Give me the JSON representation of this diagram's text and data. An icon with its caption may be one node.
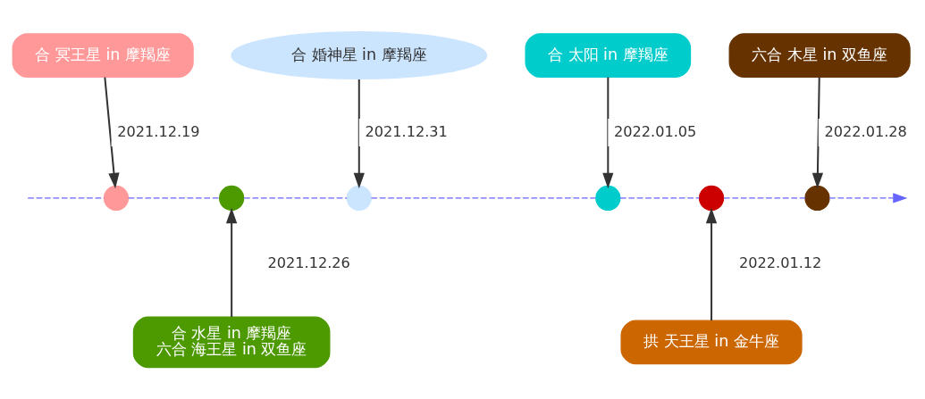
{
  "diagram": {
    "nodes": [
      {
        "text": [
          "合 冥王星 in 摩羯座"
        ]
      },
      {
        "text": [],
        "shape": "circle"
      },
      {
        "text": [
          "合 水星 in 摩羯座",
          "六合 海王星 in 双鱼座"
        ]
      },
      {
        "text": [],
        "shape": "circle"
      },
      {
        "text": [
          "合 婚神星 in 摩羯座"
        ]
      },
      {
        "text": [],
        "shape": "circle"
      },
      {
        "text": [
          "合 太阳 in 摩羯座"
        ]
      },
      {
        "text": [],
        "shape": "circle"
      },
      {
        "text": [
          "拱 天王星 in 金牛座"
        ]
      },
      {
        "text": [],
        "shape": "circle"
      },
      {
        "text": [
          "六合 木星 in 双鱼座"
        ]
      },
      {
        "text": [],
        "shape": "circle"
      }
    ],
    "edges": [
      {
        "from": 0,
        "to": 1,
        "arrow": "to",
        "label": "2021.12.19",
        "color": "#333333"
      },
      {
        "from": 2,
        "to": 3,
        "arrow": "to",
        "label": "2021.12.26",
        "color": "#333333"
      },
      {
        "from": 4,
        "to": 5,
        "arrow": "to",
        "label": "2021.12.31",
        "color": "#333333"
      },
      {
        "from": 6,
        "to": 7,
        "arrow": "to",
        "label": "2022.01.05",
        "color": "#333333"
      },
      {
        "from": 8,
        "to": 9,
        "arrow": "to",
        "label": "2022.01.12",
        "color": "#333333"
      },
      {
        "from": 10,
        "to": 11,
        "arrow": "to",
        "label": "2022.01.28",
        "color": "#333333"
      },
      {
        "from": null,
        "to": 1,
        "arrow": "none",
        "style": "dashed",
        "color": "#6666ff"
      },
      {
        "from": 1,
        "to": 3,
        "arrow": "none",
        "style": "dashed",
        "color": "#6666ff"
      },
      {
        "from": 3,
        "to": 5,
        "arrow": "none",
        "style": "dashed",
        "color": "#6666ff"
      },
      {
        "from": 5,
        "to": 7,
        "arrow": "none",
        "style": "dashed",
        "color": "#6666ff"
      },
      {
        "from": 7,
        "to": 9,
        "arrow": "none",
        "style": "dashed",
        "color": "#6666ff"
      },
      {
        "from": 9,
        "to": 11,
        "arrow": "none",
        "style": "dashed",
        "color": "#6666ff"
      },
      {
        "from": 11,
        "to": null,
        "arrow": "to",
        "style": "dashed",
        "color": "#6666ff"
      }
    ]
  }
}
